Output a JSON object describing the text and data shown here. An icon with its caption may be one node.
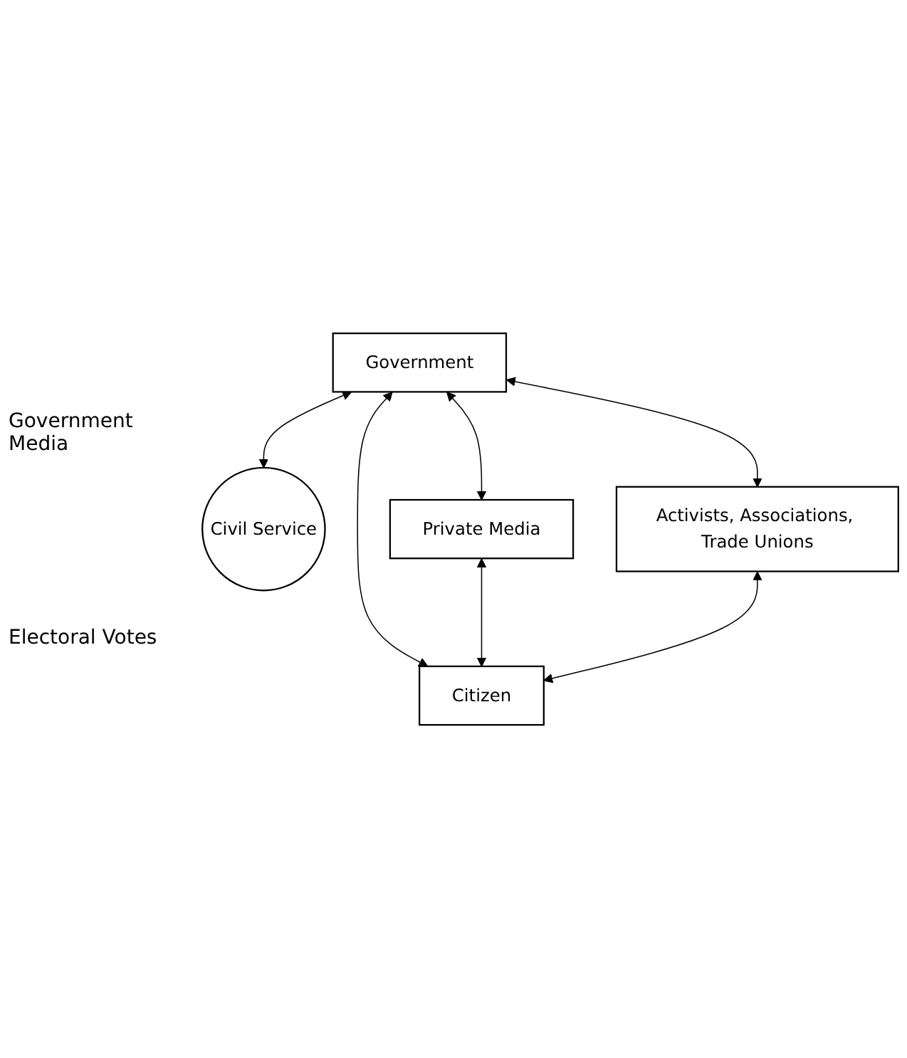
{
  "diagram": {
    "nodes": [
      {
        "text": [
          "Government"
        ]
      },
      {
        "text": [
          "Civil Service"
        ]
      },
      {
        "text": [
          "Private Media"
        ]
      },
      {
        "text": [
          "Activists, Associations, Trade Unions"
        ]
      },
      {
        "text": [
          "Citizen"
        ]
      }
    ],
    "edges": [
      {
        "from": 0,
        "to": 4,
        "arrow": "both"
      },
      {
        "from": 0,
        "to": 1,
        "arrow": "both"
      },
      {
        "from": 0,
        "to": 2,
        "arrow": "both"
      },
      {
        "from": 0,
        "to": 3,
        "arrow": "both"
      },
      {
        "from": 2,
        "to": 4,
        "arrow": "both"
      },
      {
        "from": 3,
        "to": 4,
        "arrow": "both"
      }
    ],
    "labels": [
      "Government Media",
      "Electoral Votes"
    ]
  }
}
